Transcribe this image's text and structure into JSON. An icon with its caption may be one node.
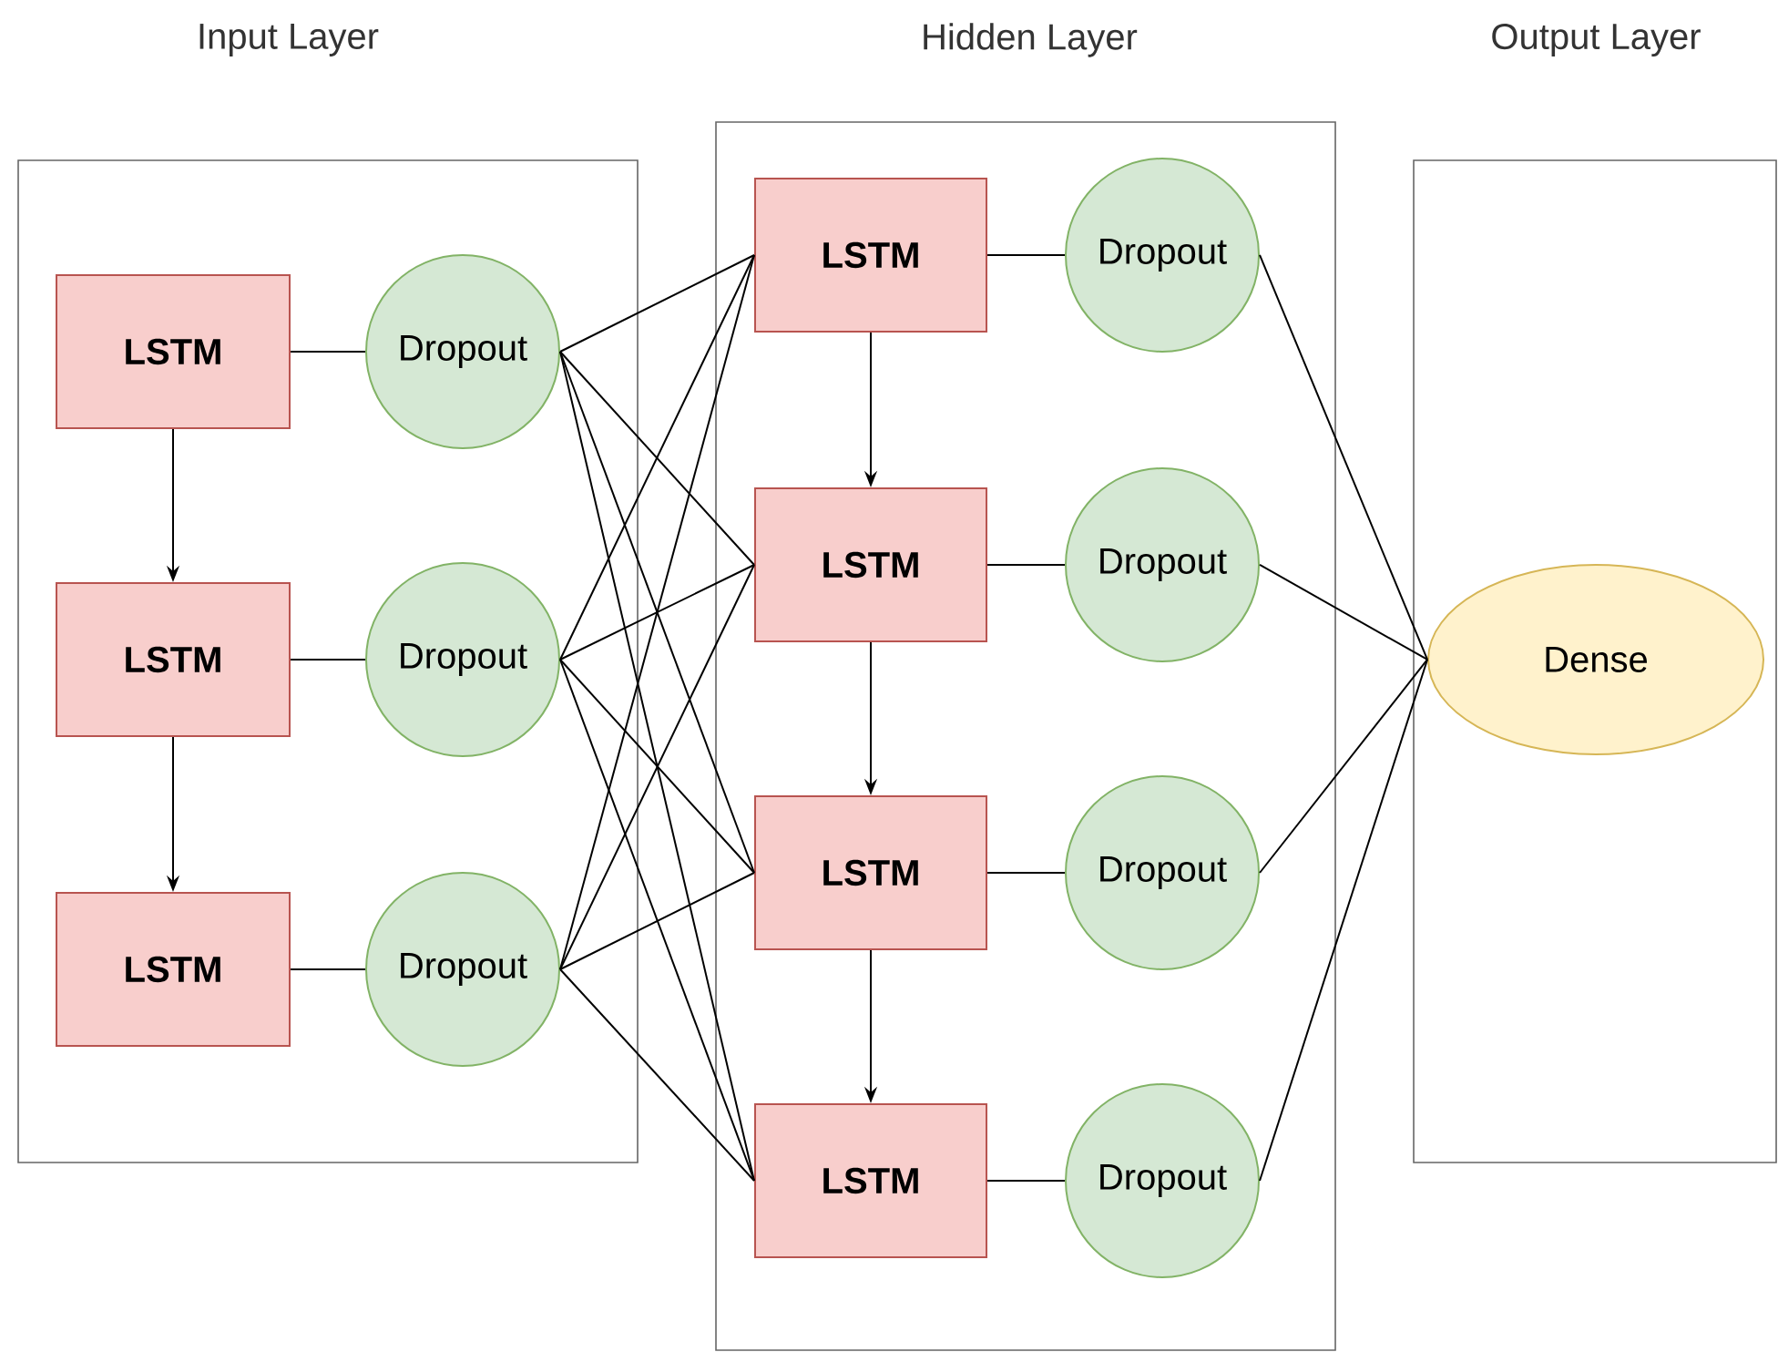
{
  "diagram": {
    "nodes": [
      {
        "text": [
          "Input Layer"
        ]
      },
      {
        "text": [
          "LSTM"
        ],
        "in": 0
      },
      {
        "text": [
          "Dropout"
        ],
        "in": 0
      },
      {
        "text": [
          "LSTM"
        ],
        "in": 0
      },
      {
        "text": [
          "Dropout"
        ],
        "in": 0
      },
      {
        "text": [
          "LSTM"
        ],
        "in": 0
      },
      {
        "text": [
          "Dropout"
        ],
        "in": 0
      },
      {
        "text": [
          "Hidden Layer"
        ]
      },
      {
        "text": [
          "LSTM"
        ],
        "in": 7
      },
      {
        "text": [
          "Dropout"
        ],
        "in": 7
      },
      {
        "text": [
          "LSTM"
        ],
        "in": 7
      },
      {
        "text": [
          "Dropout"
        ],
        "in": 7
      },
      {
        "text": [
          "LSTM"
        ],
        "in": 7
      },
      {
        "text": [
          "Dropout"
        ],
        "in": 7
      },
      {
        "text": [
          "LSTM"
        ],
        "in": 7
      },
      {
        "text": [
          "Dropout"
        ],
        "in": 7
      },
      {
        "text": [
          "Output Layer"
        ]
      },
      {
        "text": [
          "Dense"
        ],
        "in": 16
      }
    ],
    "edges": [
      {
        "from": 1,
        "to": 2,
        "arrow": "none"
      },
      {
        "from": 3,
        "to": 4,
        "arrow": "none"
      },
      {
        "from": 5,
        "to": 6,
        "arrow": "none"
      },
      {
        "from": 1,
        "to": 3,
        "arrow": "to"
      },
      {
        "from": 3,
        "to": 5,
        "arrow": "to"
      },
      {
        "from": 8,
        "to": 9,
        "arrow": "none"
      },
      {
        "from": 10,
        "to": 11,
        "arrow": "none"
      },
      {
        "from": 12,
        "to": 13,
        "arrow": "none"
      },
      {
        "from": 14,
        "to": 15,
        "arrow": "none"
      },
      {
        "from": 8,
        "to": 10,
        "arrow": "to"
      },
      {
        "from": 10,
        "to": 12,
        "arrow": "to"
      },
      {
        "from": 12,
        "to": 14,
        "arrow": "to"
      },
      {
        "from": 2,
        "to": 8,
        "arrow": "none"
      },
      {
        "from": 2,
        "to": 10,
        "arrow": "none"
      },
      {
        "from": 2,
        "to": 12,
        "arrow": "none"
      },
      {
        "from": 2,
        "to": 14,
        "arrow": "none"
      },
      {
        "from": 4,
        "to": 8,
        "arrow": "none"
      },
      {
        "from": 4,
        "to": 10,
        "arrow": "none"
      },
      {
        "from": 4,
        "to": 12,
        "arrow": "none"
      },
      {
        "from": 4,
        "to": 14,
        "arrow": "none"
      },
      {
        "from": 6,
        "to": 8,
        "arrow": "none"
      },
      {
        "from": 6,
        "to": 10,
        "arrow": "none"
      },
      {
        "from": 6,
        "to": 12,
        "arrow": "none"
      },
      {
        "from": 6,
        "to": 14,
        "arrow": "none"
      },
      {
        "from": 9,
        "to": 17,
        "arrow": "none"
      },
      {
        "from": 11,
        "to": 17,
        "arrow": "none"
      },
      {
        "from": 13,
        "to": 17,
        "arrow": "none"
      },
      {
        "from": 15,
        "to": 17,
        "arrow": "none"
      }
    ]
  }
}
